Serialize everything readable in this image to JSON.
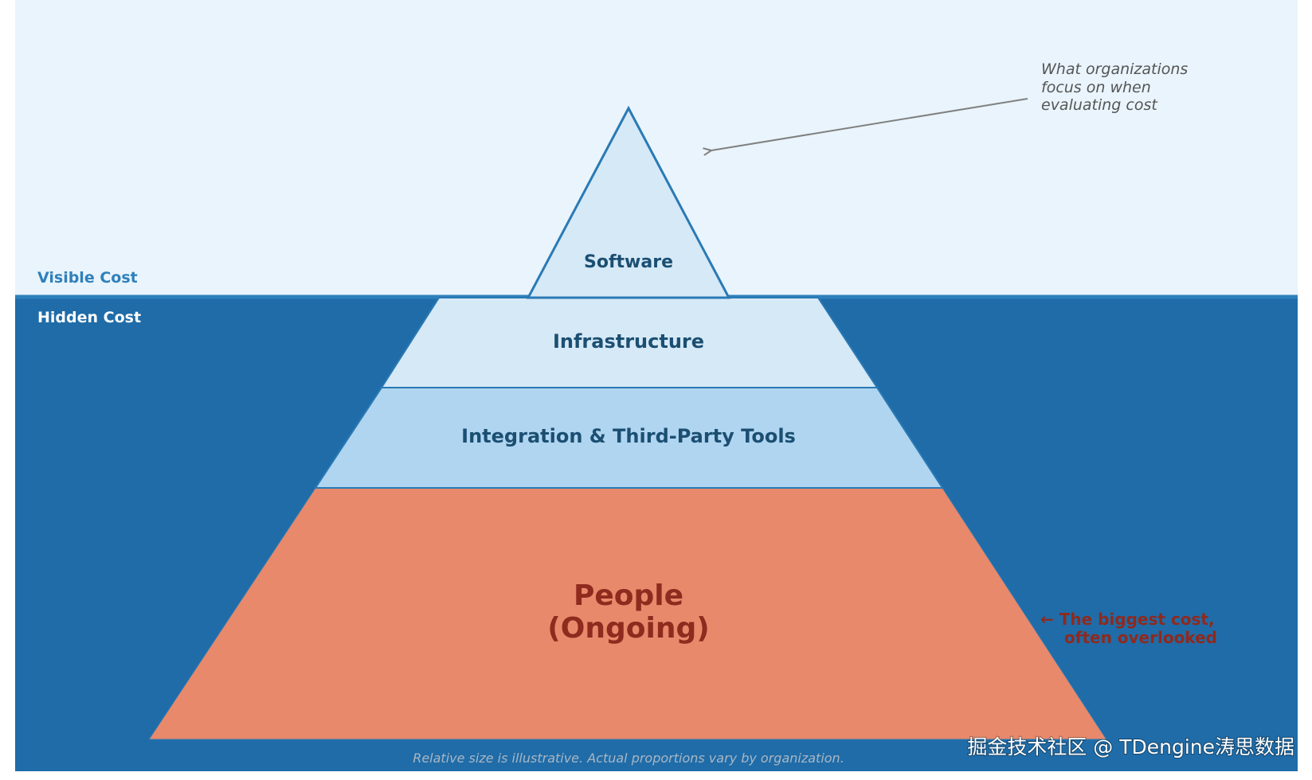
{
  "diagram": {
    "zones": {
      "visible_label": "Visible Cost",
      "hidden_label": "Hidden Cost"
    },
    "layers": {
      "software": "Software",
      "infrastructure": "Infrastructure",
      "integration": "Integration & Third-Party Tools",
      "people_line1": "People",
      "people_line2": "(Ongoing)"
    },
    "annotations": {
      "focus_line1": "What organizations",
      "focus_line2": "focus on when",
      "focus_line3": "evaluating cost",
      "overlooked_line1": "← The biggest cost,",
      "overlooked_line2": "often overlooked"
    },
    "footnote": "Relative size is illustrative. Actual proportions vary by organization.",
    "watermark": "掘金技术社区 @ TDengine涛思数据",
    "colors": {
      "sky": "#e9f4fc",
      "water": "#1f6ca8",
      "waterline": "#2f80bb",
      "outline": "#2a7ab5",
      "software_fill": "#d6e9f7",
      "infrastructure_fill": "#d6e9f7",
      "integration_fill": "#b0d5f0",
      "people_fill": "#e8896b",
      "layer_text": "#1b4f72",
      "people_text": "#8e2a1e",
      "visible_text": "#2f80bb",
      "hidden_text": "#ffffff",
      "annotation_text": "#555555",
      "arrow": "#808080",
      "overlooked_text": "#8e2a1e",
      "footnote_text": "#a9b6c3",
      "watermark_text": "#ffffff"
    }
  }
}
